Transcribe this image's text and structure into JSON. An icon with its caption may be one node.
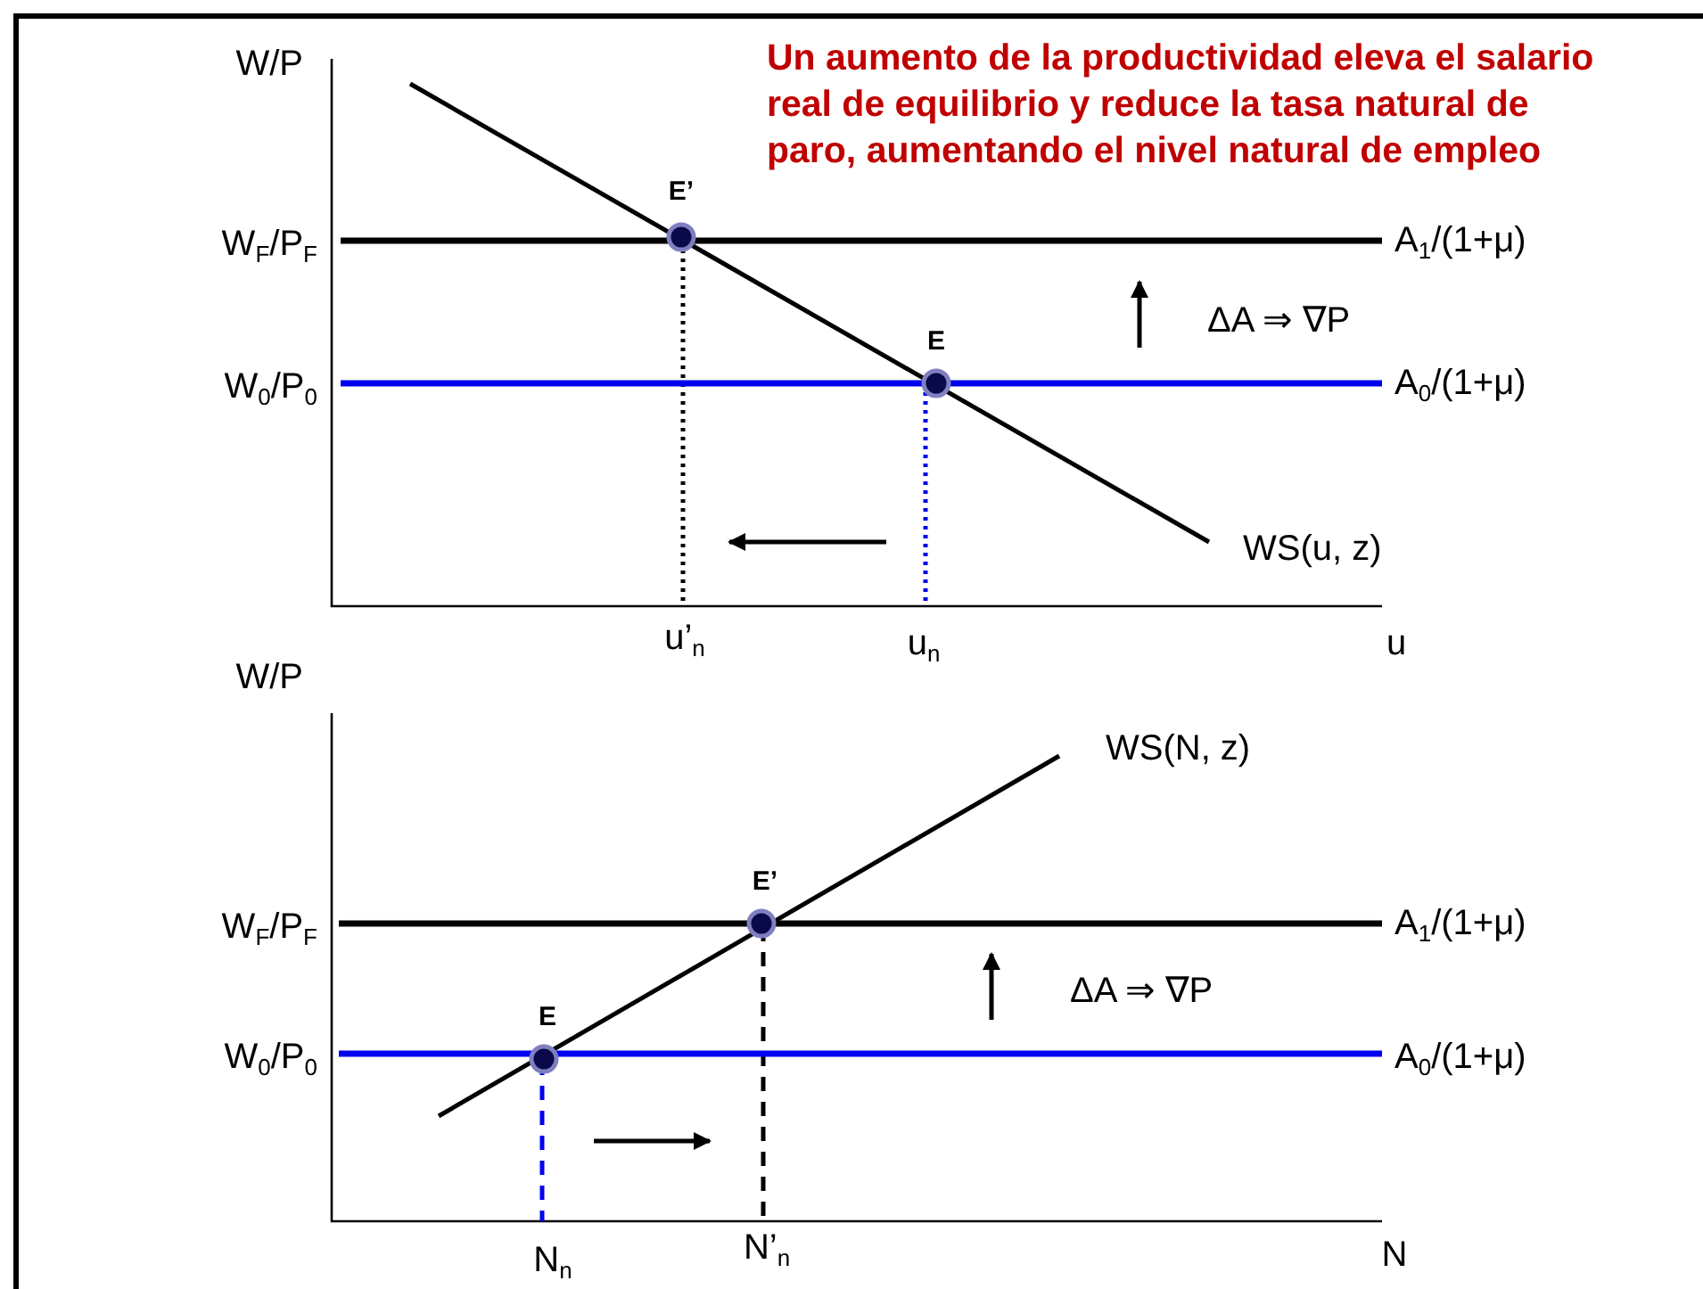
{
  "diagram": {
    "labels": [
      "W/P",
      "Un aumento de la productividad eleva el salario real de equilibrio y reduce la tasa natural de paro, aumentando el nivel natural de empleo",
      "E’",
      "W$_{F}$/P$_{F}$",
      "A$_{1}$/(1+μ)",
      "ΔA ⇒ ∇P",
      "E",
      "W$_{0}$/P$_{0}$",
      "A$_{0}$/(1+μ)",
      "WS(u, z)",
      "u’$_{n}$",
      "u$_{n}$",
      "u",
      "W/P",
      "WS(N, z)",
      "E’",
      "W$_{F}$/P$_{F}$",
      "A$_{1}$/(1+μ)",
      "ΔA ⇒ ∇P",
      "E",
      "W$_{0}$/P$_{0}$",
      "A$_{0}$/(1+μ)",
      "N$_{n}$",
      "N’$_{n}$",
      "N"
    ]
  }
}
